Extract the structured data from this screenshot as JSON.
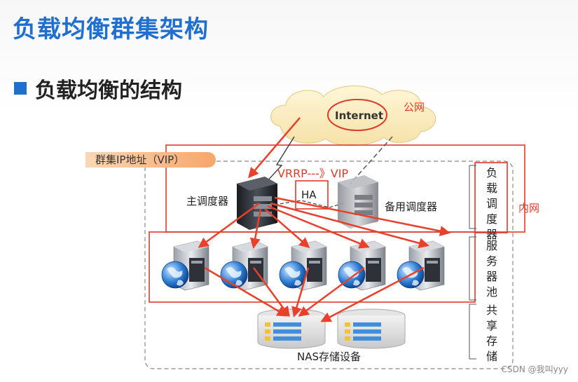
{
  "slide": {
    "title": "负载均衡群集架构",
    "bullet": "负载均衡的结构"
  },
  "diagram": {
    "internet": "Internet",
    "public_net": "公网",
    "vip_tag": "群集IP地址（VIP）",
    "vrrp": "VRRP---》VIP",
    "ha": "HA",
    "master": "主调度器",
    "backup": "备用调度器",
    "internal_net": "内网",
    "nas": "NAS存储设备",
    "layer_scheduler": [
      "负",
      "载",
      "调",
      "度",
      "器"
    ],
    "layer_pool": [
      "服",
      "务",
      "器",
      "池"
    ],
    "layer_storage": [
      "共",
      "享",
      "存",
      "储"
    ],
    "server_count": 5,
    "colors": {
      "accent": "#1f6fd1",
      "annotation": "#e03a2a"
    }
  },
  "watermark": "CSDN @我叫yyy"
}
